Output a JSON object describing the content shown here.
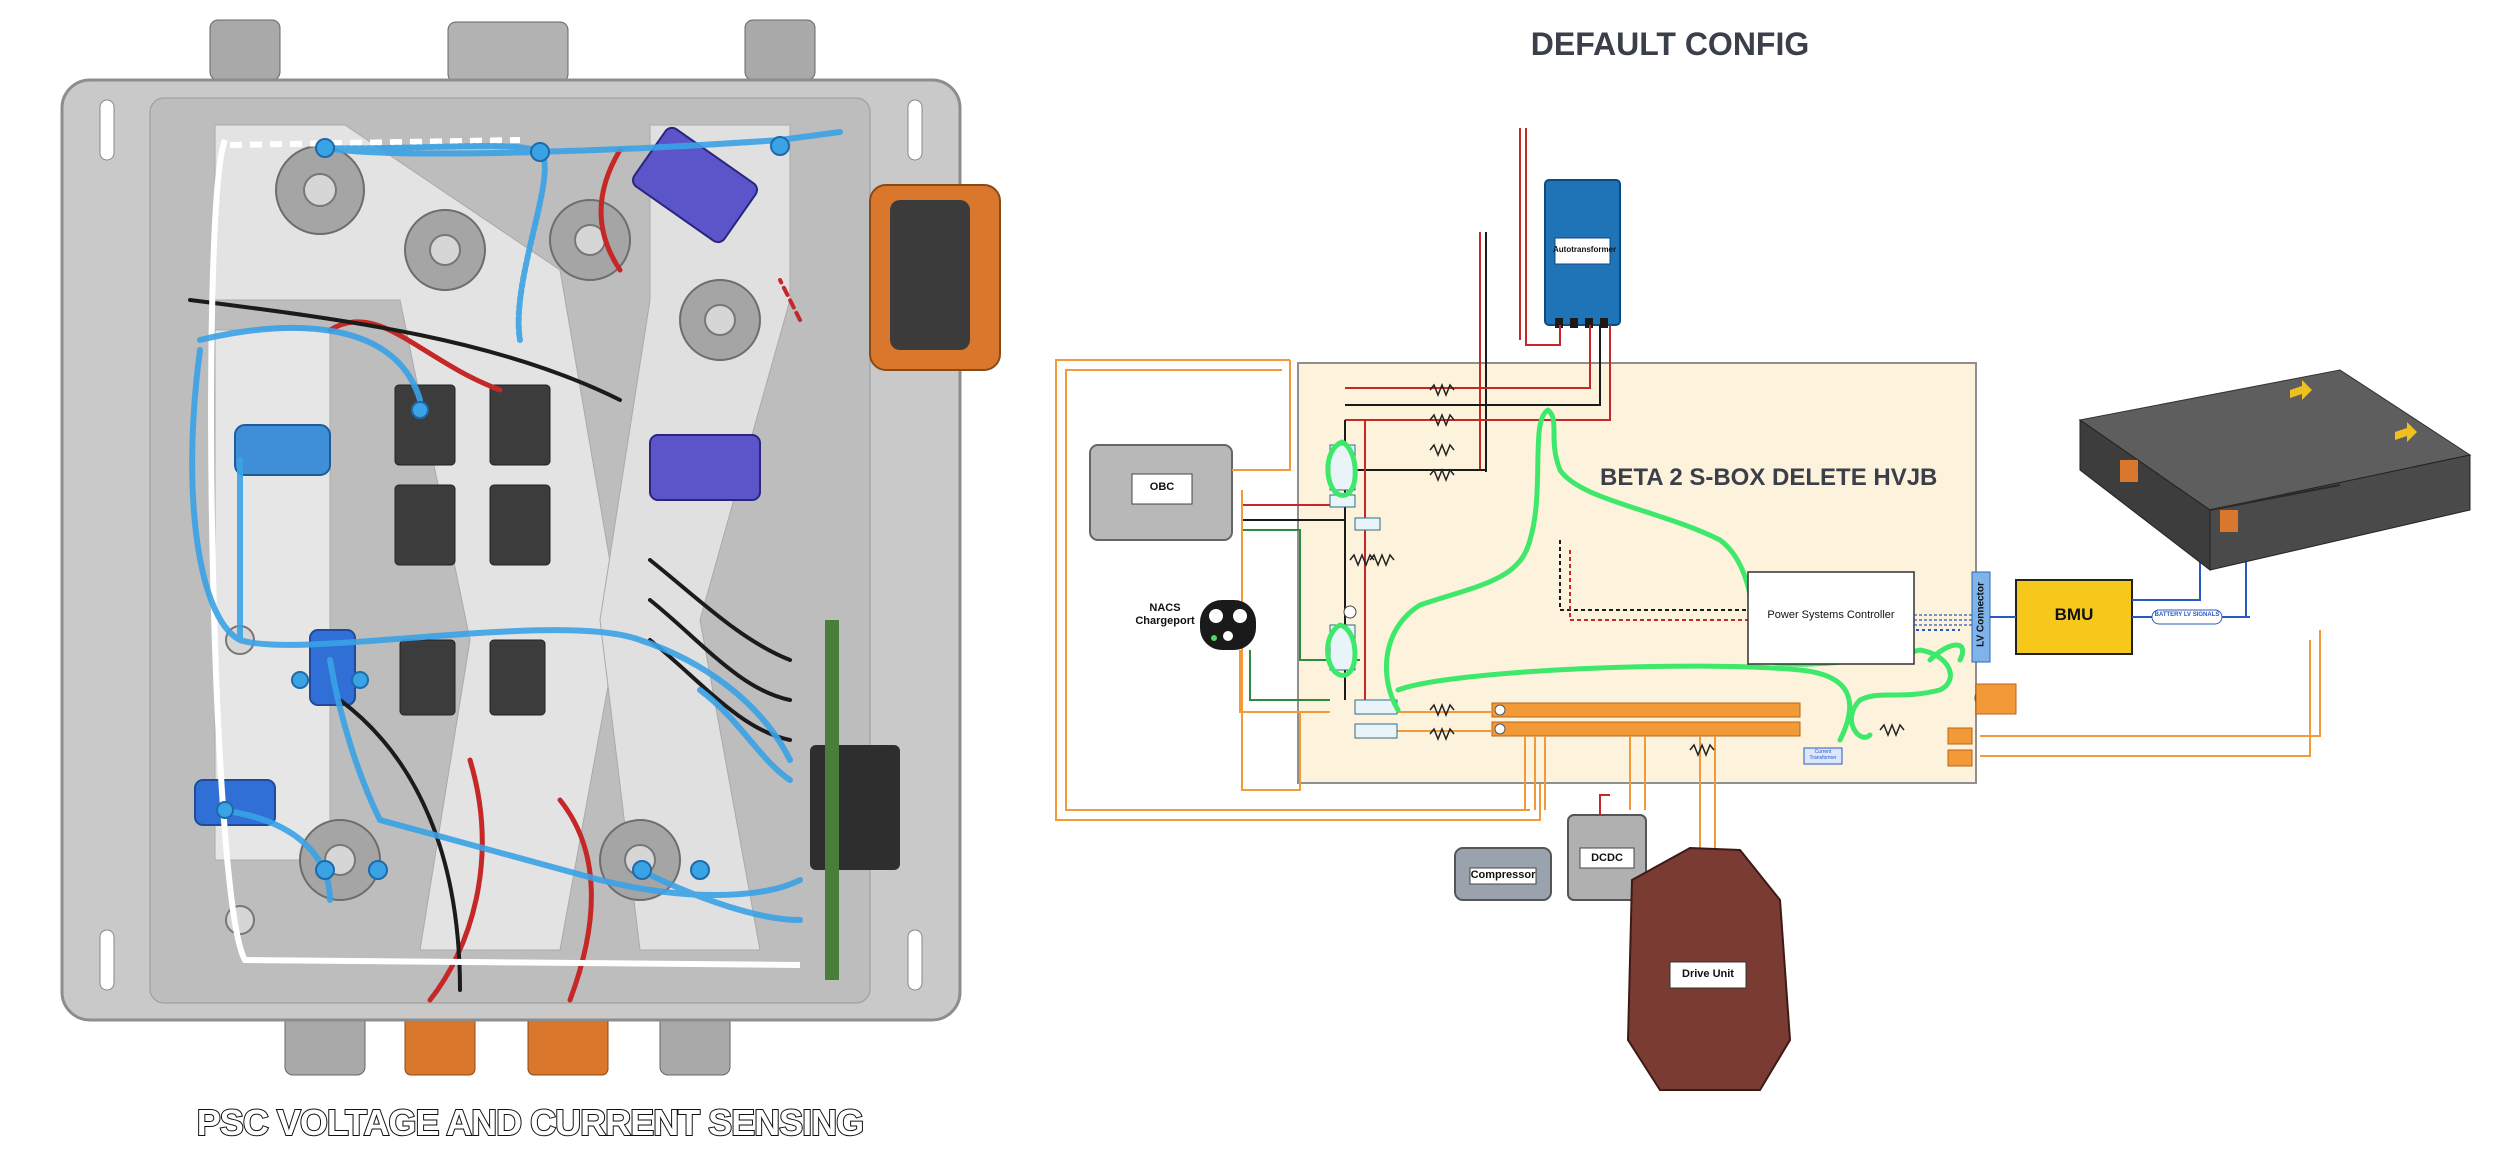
{
  "titles": {
    "main": "DEFAULT CONFIG",
    "left_caption": "PSC VOLTAGE AND CURRENT SENSING",
    "sbox": "BETA 2 S-BOX DELETE HVJB"
  },
  "components": {
    "obc": "OBC",
    "nacs": "NACS\nChargeport",
    "autotransformer": "Autotransformer",
    "psc": "Power Systems Controller",
    "lv_connector": "LV Connector",
    "bmu": "BMU",
    "battery_lv_signals": "BATTERY LV SIGNALS",
    "compressor": "Compressor",
    "dcdc": "DCDC",
    "drive_unit": "Drive Unit",
    "current_transformer": "Current Transformer"
  },
  "colors": {
    "sbox_fill": "#fdf3dc",
    "busbar": "#f29a38",
    "highlight_green": "#3ee86a",
    "sense_blue": "#3aa3e6",
    "bmu_fill": "#f7c81c",
    "autotransformer": "#1f74b8",
    "drive_unit": "#7a3b32"
  }
}
